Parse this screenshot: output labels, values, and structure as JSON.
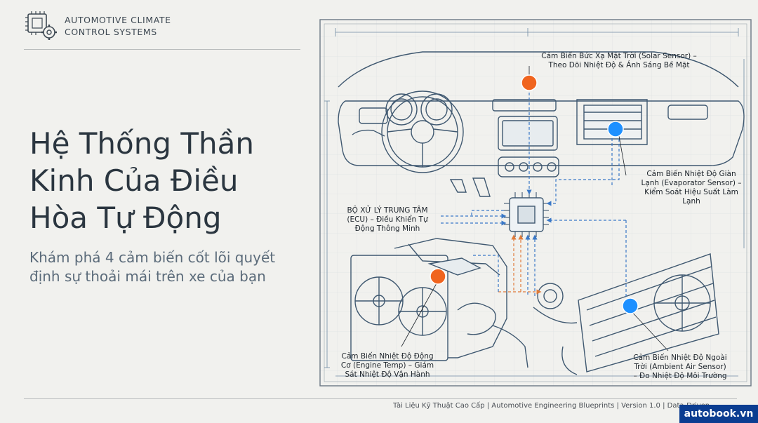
{
  "brand": {
    "line1": "AUTOMOTIVE CLIMATE",
    "line2": "CONTROL SYSTEMS",
    "icon": "chip-gear-icon"
  },
  "title": "Hệ Thống Thần Kinh Của Điều Hòa Tự Động",
  "subtitle": "Khám phá 4 cảm biến cốt lõi quyết định sự thoải mái trên xe của bạn",
  "footer": "Tài Liệu Kỹ Thuật Cao Cấp | Automotive Engineering Blueprints | Version 1.0 | Data-Driven",
  "watermark": "autobook.vn",
  "colors": {
    "sensor_hot": "#f0641e",
    "sensor_cold": "#1e90ff",
    "line": "#3f5870",
    "dash_orange": "#e07b3a",
    "dash_blue": "#3a78c7"
  },
  "labels": {
    "solar": {
      "l1": "Cảm Biến Bức Xạ Mặt Trời (Solar Sensor) –",
      "l2": "Theo Dõi Nhiệt Độ & Ánh Sáng Bề Mặt"
    },
    "evaporator": {
      "l1": "Cảm Biến Nhiệt Độ Giàn",
      "l2": "Lạnh (Evaporator Sensor) –",
      "l3": "Kiểm Soát Hiệu Suất Làm",
      "l4": "Lạnh"
    },
    "ecu": {
      "l1": "BỘ XỬ LÝ TRUNG TÂM",
      "l2": "(ECU) – Điều Khiển Tự",
      "l3": "Động Thông Minh"
    },
    "engine": {
      "l1": "Cảm Biến Nhiệt Độ Động",
      "l2": "Cơ (Engine Temp) – Giám",
      "l3": "Sát Nhiệt Độ Vận Hành"
    },
    "ambient": {
      "l1": "Cảm Biến Nhiệt Độ Ngoài",
      "l2": "Trời (Ambient Air Sensor)",
      "l3": "– Đo Nhiệt Độ Môi Trường"
    }
  }
}
